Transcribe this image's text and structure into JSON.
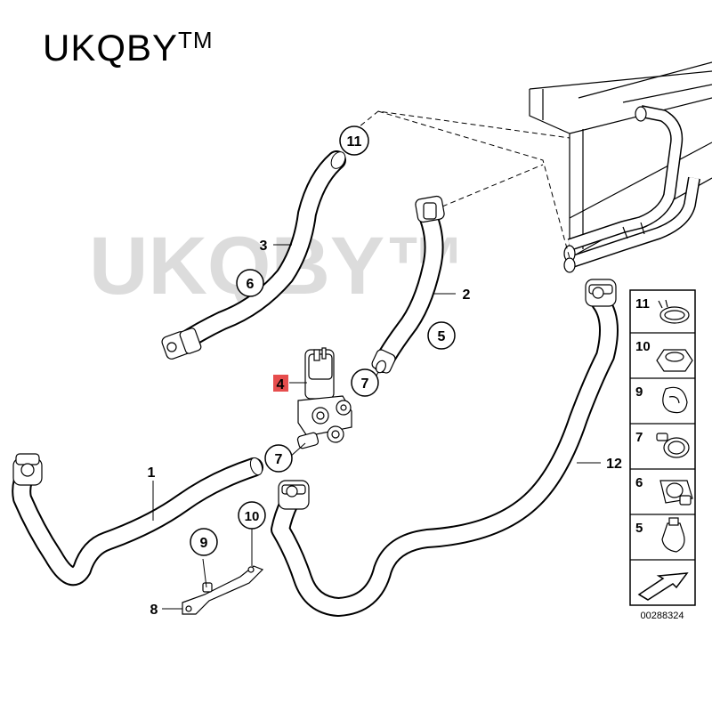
{
  "brand": {
    "name": "UKQBY",
    "trademark": "TM"
  },
  "watermark": {
    "text": "UKQBY™"
  },
  "callouts": {
    "c1": "1",
    "c2": "2",
    "c3": "3",
    "c4": "4",
    "c5": "5",
    "c6": "6",
    "c7a": "7",
    "c7b": "7",
    "c8": "8",
    "c9": "9",
    "c10": "10",
    "c11": "11",
    "c12": "12"
  },
  "legend": {
    "items": [
      {
        "label": "11",
        "icon": "spring-clamp-icon"
      },
      {
        "label": "10",
        "icon": "hex-nut-icon"
      },
      {
        "label": "9",
        "icon": "hose-clip-icon"
      },
      {
        "label": "7",
        "icon": "worm-clamp-icon"
      },
      {
        "label": "6",
        "icon": "bracket-clip-icon"
      },
      {
        "label": "5",
        "icon": "holder-clip-icon"
      }
    ],
    "arrow": "part-arrow-icon"
  },
  "diagram_code": "00288324",
  "colors": {
    "highlight": "#e64d4d",
    "line": "#000000",
    "watermark": "#d8d8d8"
  }
}
